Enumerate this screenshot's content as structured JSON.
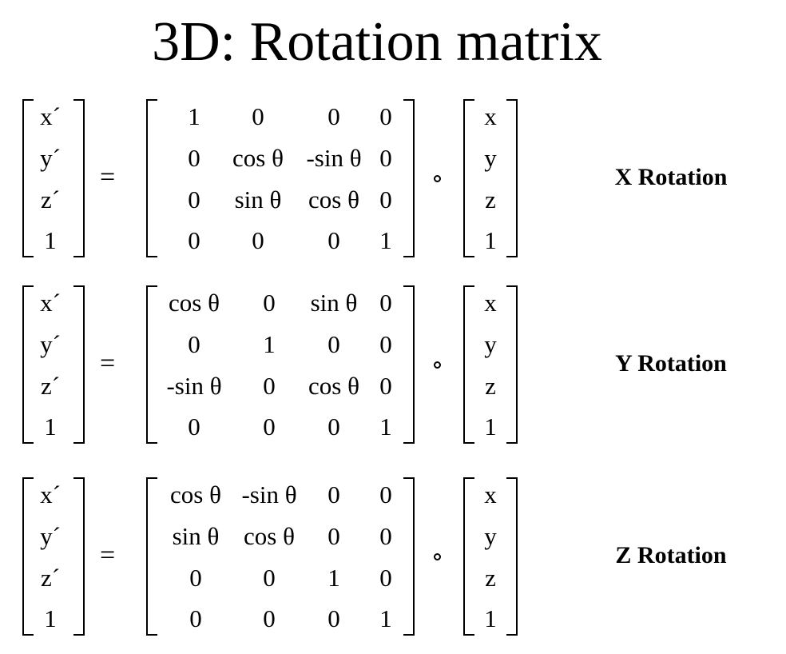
{
  "title": "3D: Rotation matrix",
  "equals": "=",
  "blocks": [
    {
      "label": "X Rotation",
      "lhs": [
        "x´",
        "y´",
        "z´",
        "1"
      ],
      "matrix": [
        [
          "1",
          "0",
          "0",
          "0"
        ],
        [
          "0",
          "cos θ",
          "-sin θ",
          "0"
        ],
        [
          "0",
          "sin θ",
          "cos θ",
          "0"
        ],
        [
          "0",
          "0",
          "0",
          "1"
        ]
      ],
      "rhs": [
        "x",
        "y",
        "z",
        "1"
      ]
    },
    {
      "label": "Y Rotation",
      "lhs": [
        "x´",
        "y´",
        "z´",
        "1"
      ],
      "matrix": [
        [
          "cos θ",
          "0",
          "sin θ",
          "0"
        ],
        [
          "0",
          "1",
          "0",
          "0"
        ],
        [
          "-sin θ",
          "0",
          "cos θ",
          "0"
        ],
        [
          "0",
          "0",
          "0",
          "1"
        ]
      ],
      "rhs": [
        "x",
        "y",
        "z",
        "1"
      ]
    },
    {
      "label": "Z Rotation",
      "lhs": [
        "x´",
        "y´",
        "z´",
        "1"
      ],
      "matrix": [
        [
          "cos θ",
          "-sin θ",
          "0",
          "0"
        ],
        [
          "sin θ",
          "cos θ",
          "0",
          "0"
        ],
        [
          "0",
          "0",
          "1",
          "0"
        ],
        [
          "0",
          "0",
          "0",
          "1"
        ]
      ],
      "rhs": [
        "x",
        "y",
        "z",
        "1"
      ]
    }
  ]
}
